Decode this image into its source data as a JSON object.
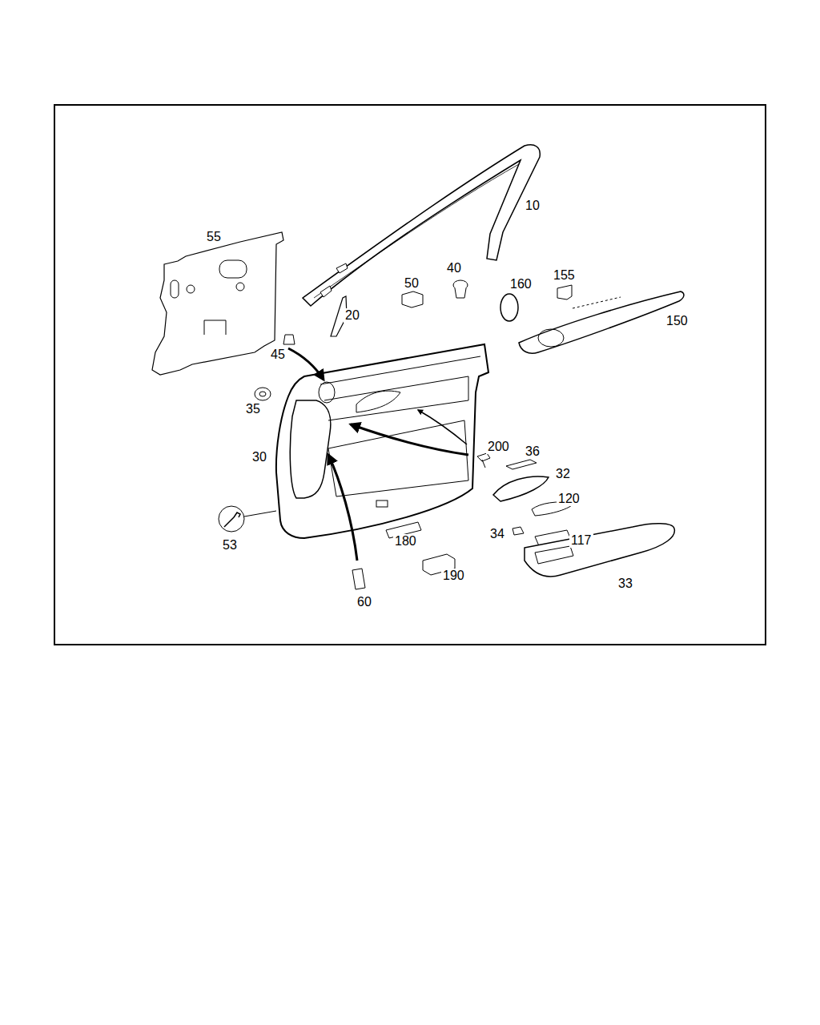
{
  "diagram": {
    "labels": [
      "10",
      "55",
      "50",
      "40",
      "160",
      "155",
      "20",
      "150",
      "45",
      "35",
      "200",
      "36",
      "30",
      "32",
      "120",
      "53",
      "34",
      "117",
      "180",
      "190",
      "33",
      "60"
    ]
  }
}
